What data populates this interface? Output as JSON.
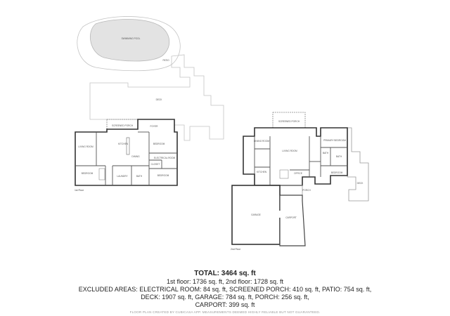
{
  "floors": {
    "first_label": "1st Floor",
    "second_label": "2nd Floor"
  },
  "site": {
    "pool": "SWIMMING POOL",
    "patio": "PATIO",
    "deck": "DECK"
  },
  "first_floor_rooms": {
    "screened_porch": "SCREENED PORCH",
    "foyer": "FOYER",
    "kitchen": "KITCHEN",
    "living_room": "LIVING ROOM",
    "bedroom_left": "BEDROOM",
    "bedroom_right": "BEDROOM",
    "bedroom_bottom": "BEDROOM",
    "laundry": "LAUNDRY",
    "bath": "BATH",
    "closet": "CLOSET",
    "electrical_room": "ELECTRICAL ROOM",
    "dining": "DINING"
  },
  "second_floor_rooms": {
    "screened_porch": "SCREENED PORCH",
    "dining_room": "DINING ROOM",
    "living_room": "LIVING ROOM",
    "primary_bedroom": "PRIMARY BEDROOM",
    "bath_a": "BATH",
    "bath_b": "BATH",
    "bedroom": "BEDROOM",
    "kitchen": "KITCHEN",
    "office": "OFFICE",
    "porch": "PORCH",
    "deck": "DECK",
    "garage": "GARAGE",
    "carport": "CARPORT"
  },
  "summary": {
    "total": "TOTAL: 3464 sq. ft",
    "floors_line": "1st floor: 1736 sq. ft, 2nd floor: 1728 sq. ft",
    "excluded_line1": "EXCLUDED AREAS: ELECTRICAL ROOM: 84 sq. ft, SCREENED PORCH: 410 sq. ft, PATIO: 754 sq. ft,",
    "excluded_line2": "DECK: 1907 sq. ft, GARAGE: 784 sq. ft, PORCH: 256 sq. ft,",
    "excluded_line3": "CARPORT: 399 sq. ft",
    "credit": "FLOOR PLAN CREATED BY CUBICASA APP. MEASUREMENTS DEEMED HIGHLY RELIABLE BUT NOT GUARANTEED."
  }
}
